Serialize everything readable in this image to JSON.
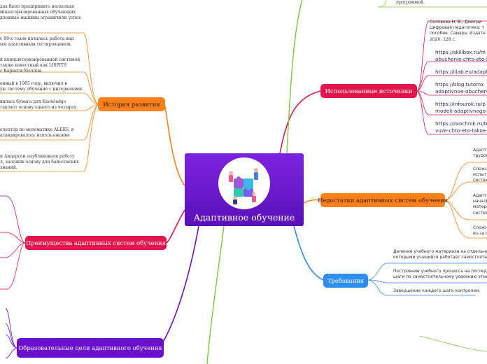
{
  "center": {
    "title": "Адаптивное обучение",
    "image_icon": "puzzle-team-illustration-icon"
  },
  "branches": {
    "history": {
      "label": "История развития",
      "notes": [
        "дах было предпринято несколько",
        "мпьютеризированных обучающих",
        "дленные машины ограничили успех",
        "с 80-х годов началась работа над",
        "ым адаптивным тестированием.",
        "й компьютеризированной системой",
        "также известный как LISPITS",
        "с Карнеги-Меллон.",
        "енный в 1985 году, включил в",
        "ую систему обучение с интервалами.",
        "вилась бумага для Knowledge",
        "тавляет основу одного из четырех",
        "елептор по математике ALEKS, в",
        "агандировалось использование",
        "и Андерсон опубликовали работу",
        "л, заложив основу для байесовских",
        "знаний."
      ]
    },
    "advantages": {
      "label": "Преимущества адаптивных систем обучения"
    },
    "goals": {
      "label": "Образовательные цели адаптивного обучения"
    },
    "sources": {
      "label": "Использованные источники",
      "book": [
        "Соловова Н. В., Дмитри",
        "Цифровая педагогика: т",
        "пособие. Самара: Издате",
        "2020. 128 с."
      ],
      "links": [
        [
          "https://skillbox.ru/m",
          "obuchenie-chto-eto-i-"
        ],
        [
          "https://lilab.eu/adapt"
        ],
        [
          "https://blog.tutorto.",
          "adaptivnoe-obuchenie"
        ],
        [
          "https://infourok.ru/p",
          "modeli-adaptivnogo-"
        ],
        [
          "https://zaochnik.ru/b",
          "vuze-chto-eto-takoe-"
        ]
      ],
      "top_note": "программой."
    },
    "disadvantages": {
      "label": "Недостатки адаптивных систем обучения",
      "notes": [
        "Адапти",
        "трудоё",
        "Сложно",
        "испыт",
        "систем",
        "Адапти",
        "началь",
        "матери",
        "систем",
        "Сложно",
        "из-за ф"
      ]
    },
    "requirements": {
      "label": "Требования",
      "notes": [
        "Деление учебного материала на отдельные п",
        "которыми учащийся работает самостоятельно",
        "Построение учебного процесса на последова",
        "шаги по самостоятельному усвоению этих п",
        "Завершение каждого шага контролем."
      ]
    }
  },
  "colors": {
    "orange": "#ff7f19",
    "red": "#e2164d",
    "blue": "#2d8ef0",
    "purple": "#6a0fcc",
    "green": "#7bc93a"
  }
}
